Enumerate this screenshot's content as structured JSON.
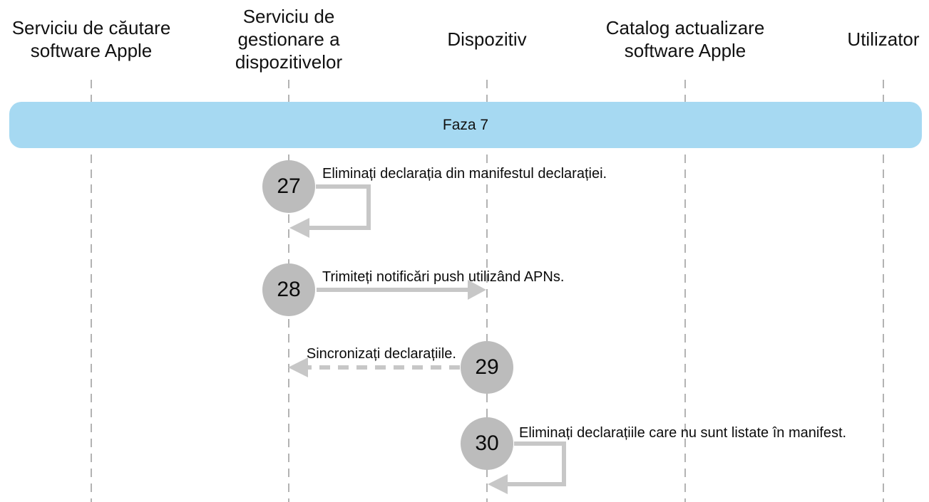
{
  "diagram": {
    "phase_label": "Faza 7",
    "actors": [
      {
        "label": "Serviciu de căutare software Apple"
      },
      {
        "label": "Serviciu de gestionare a dispozitivelor"
      },
      {
        "label": "Dispozitiv"
      },
      {
        "label": "Catalog actualizare software Apple"
      },
      {
        "label": "Utilizator"
      }
    ],
    "steps": [
      {
        "number": "27",
        "label": "Eliminați declarația din manifestul declarației.",
        "actor": "Serviciu de gestionare a dispozitivelor",
        "arrow": "self-loop"
      },
      {
        "number": "28",
        "label": "Trimiteți notificări push utilizând APNs.",
        "from": "Serviciu de gestionare a dispozitivelor",
        "to": "Dispozitiv",
        "arrow": "solid-right"
      },
      {
        "number": "29",
        "label": "Sincronizați declarațiile.",
        "from": "Dispozitiv",
        "to": "Serviciu de gestionare a dispozitivelor",
        "arrow": "dashed-left"
      },
      {
        "number": "30",
        "label": "Eliminați declarațiile care nu sunt listate în manifest.",
        "actor": "Dispozitiv",
        "arrow": "self-loop"
      }
    ],
    "colors": {
      "phase_banner": "#a6d9f2",
      "step_circle": "#bcbcbc",
      "arrow": "#c7c7c7",
      "lifeline": "#b3b3b3",
      "text": "#111111"
    }
  }
}
